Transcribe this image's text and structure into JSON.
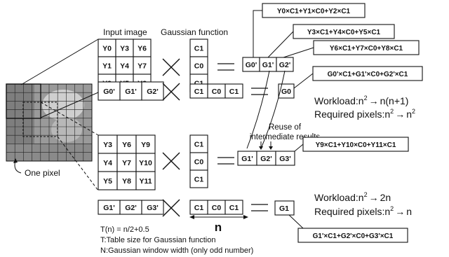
{
  "headers": {
    "input_image": "Input image",
    "gaussian_function": "Gaussian function"
  },
  "image_label": "One pixel",
  "row1": {
    "image": [
      "Y0",
      "Y3",
      "Y6",
      "Y1",
      "Y4",
      "Y7",
      "Y2",
      "Y5",
      "Y8"
    ],
    "gauss": [
      "C1",
      "C0",
      "C1"
    ],
    "result": [
      "G0'",
      "G1'",
      "G2'"
    ]
  },
  "formula_top": [
    "Y0×C1+Y1×C0+Y2×C1",
    "Y3×C1+Y4×C0+Y5×C1",
    "Y6×C1+Y7×C0+Y8×C1"
  ],
  "row2": {
    "left": [
      "G0'",
      "G1'",
      "G2'"
    ],
    "gauss": [
      "C1",
      "C0",
      "C1"
    ],
    "result": "G0",
    "formula": "G0'×C1+G1'×C0+G2'×C1"
  },
  "reuse_text": [
    "Reuse of",
    "intermediate results"
  ],
  "workload1": {
    "prefix": "Workload:n",
    "exp": "2",
    "arrow": "→",
    "rhs": "n(n+1)"
  },
  "pixels1": {
    "prefix": "Required pixels:n",
    "exp": "2",
    "arrow": "→",
    "rhs": "n",
    "rhs_exp": "2"
  },
  "row3": {
    "image": [
      "Y3",
      "Y6",
      "Y9",
      "Y4",
      "Y7",
      "Y10",
      "Y5",
      "Y8",
      "Y11"
    ],
    "gauss": [
      "C1",
      "C0",
      "C1"
    ],
    "result": [
      "G1'",
      "G2'",
      "G3'"
    ],
    "formula": "Y9×C1+Y10×C0+Y11×C1"
  },
  "row4": {
    "left": [
      "G1'",
      "G2'",
      "G3'"
    ],
    "gauss": [
      "C1",
      "C0",
      "C1"
    ],
    "result": "G1",
    "formula": "G1'×C1+G2'×C0+G3'×C1"
  },
  "workload2": {
    "prefix": "Workload:n",
    "exp": "2",
    "arrow": "→",
    "rhs": "2n"
  },
  "pixels2": {
    "prefix": "Required pixels:n",
    "exp": "2",
    "arrow": "→",
    "rhs": "n"
  },
  "n_label": "n",
  "notes": [
    "T(n) = n/2+0.5",
    "T:Table size for Gaussian function",
    "N:Gaussian window width (only odd number)"
  ]
}
